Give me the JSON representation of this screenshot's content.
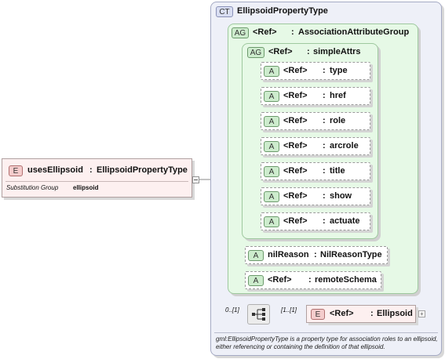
{
  "element": {
    "badge": "E",
    "name": "usesEllipsoid",
    "sep": ":",
    "type": "EllipsoidPropertyType",
    "sub_label": "Substitution Group",
    "sub_value": "ellipsoid"
  },
  "complex_type": {
    "badge": "CT",
    "name": "EllipsoidPropertyType",
    "description": "gml:EllipsoidPropertyType is a property type for association roles to an ellipsoid, either referencing or containing the definition of that ellipsoid."
  },
  "assoc_group": {
    "badge": "AG",
    "ref": "<Ref>",
    "sep": ":",
    "name": "AssociationAttributeGroup"
  },
  "simple_attrs": {
    "badge": "AG",
    "ref": "<Ref>",
    "sep": ":",
    "name": "simpleAttrs"
  },
  "attributes": [
    {
      "badge": "A",
      "ref": "<Ref>",
      "sep": ":",
      "name": "type"
    },
    {
      "badge": "A",
      "ref": "<Ref>",
      "sep": ":",
      "name": "href"
    },
    {
      "badge": "A",
      "ref": "<Ref>",
      "sep": ":",
      "name": "role"
    },
    {
      "badge": "A",
      "ref": "<Ref>",
      "sep": ":",
      "name": "arcrole"
    },
    {
      "badge": "A",
      "ref": "<Ref>",
      "sep": ":",
      "name": "title"
    },
    {
      "badge": "A",
      "ref": "<Ref>",
      "sep": ":",
      "name": "show"
    },
    {
      "badge": "A",
      "ref": "<Ref>",
      "sep": ":",
      "name": "actuate"
    }
  ],
  "nil_reason": {
    "badge": "A",
    "name": "nilReason",
    "sep": ":",
    "type": "NilReasonType"
  },
  "remote_schema": {
    "badge": "A",
    "ref": "<Ref>",
    "sep": ":",
    "name": "remoteSchema"
  },
  "sequence": {
    "min_occurs": "0..[1]",
    "occurs": "[1..[1]"
  },
  "ellipsoid": {
    "badge": "E",
    "ref": "<Ref>",
    "sep": ":",
    "name": "Ellipsoid",
    "expand": "+"
  },
  "colors": {
    "ct_fill": "#eef0f8",
    "ag_fill": "#e6f9e6",
    "element_fill": "#fdf0f0",
    "connector": "#8a8a8a"
  }
}
